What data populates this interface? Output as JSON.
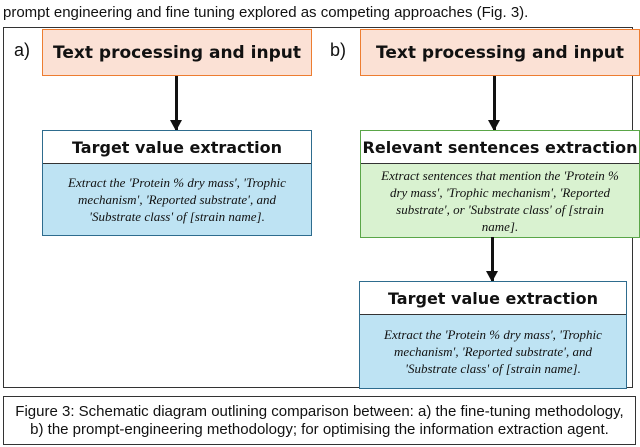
{
  "intro_text": "prompt engineering and fine tuning explored as competing approaches (Fig. 3).",
  "panel_a": {
    "label": "a)",
    "input": "Text processing and input",
    "target": {
      "title": "Target value extraction",
      "body": "Extract the 'Protein % dry mass', 'Trophic mechanism', 'Reported substrate', and 'Substrate class' of [strain name]."
    }
  },
  "panel_b": {
    "label": "b)",
    "input": "Text processing and input",
    "relevant": {
      "title": "Relevant sentences extraction",
      "body": "Extract sentences that mention the 'Protein % dry mass', 'Trophic mechanism', 'Reported substrate', or 'Substrate class' of [strain name]."
    },
    "target": {
      "title": "Target value extraction",
      "body": "Extract the 'Protein % dry mass', 'Trophic mechanism', 'Reported substrate', and 'Substrate class' of [strain name]."
    }
  },
  "caption": {
    "line1": "Figure 3: Schematic diagram outlining comparison between: a) the fine-tuning methodology,",
    "line2": "b) the prompt-engineering methodology; for optimising the information extraction agent."
  },
  "colors": {
    "input_fill": "#fbe1d5",
    "input_border": "#ed7d31",
    "target_fill": "#bee3f3",
    "relevant_fill": "#d9f2d0"
  }
}
